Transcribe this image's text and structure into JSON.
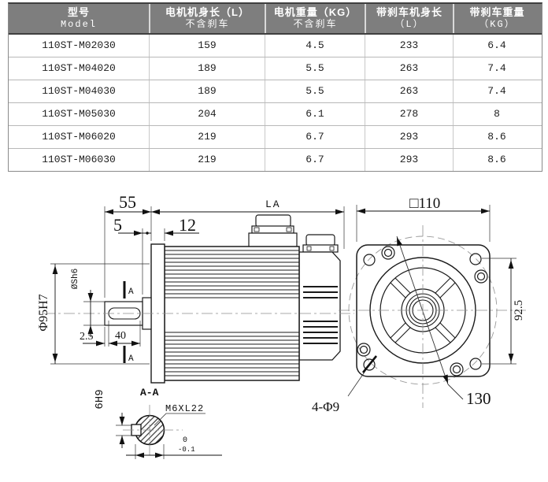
{
  "table": {
    "columns": [
      {
        "zh": "型号",
        "sub": "Model"
      },
      {
        "zh": "电机机身长（L）",
        "sub": "不含刹车"
      },
      {
        "zh": "电机重量（KG）",
        "sub": "不含刹车"
      },
      {
        "zh": "带刹车机身长",
        "sub": "（L）"
      },
      {
        "zh": "带刹车重量",
        "sub": "（KG）"
      }
    ],
    "rows": [
      [
        "110ST-M02030",
        "159",
        "4.5",
        "233",
        "6.4"
      ],
      [
        "110ST-M04020",
        "189",
        "5.5",
        "263",
        "7.4"
      ],
      [
        "110ST-M04030",
        "189",
        "5.5",
        "263",
        "7.4"
      ],
      [
        "110ST-M05030",
        "204",
        "6.1",
        "278",
        "8"
      ],
      [
        "110ST-M06020",
        "219",
        "6.7",
        "293",
        "8.6"
      ],
      [
        "110ST-M06030",
        "219",
        "6.7",
        "293",
        "8.6"
      ]
    ]
  },
  "drawing": {
    "dims": {
      "shaft_len": "55",
      "boss_len": "5",
      "flange_thk": "12",
      "body_len": "LA",
      "flange_square": "□110",
      "pilot_dia": "Φ95H7",
      "shaft_dia": "ØSh6",
      "key_offset": "2.5",
      "key_len": "40",
      "mount_spacing": "92.5",
      "bolt_circle": "130",
      "mount_holes": "4-Φ9",
      "section_label": "A-A",
      "thread": "M6XL22",
      "key_width": "6H9",
      "tol_upper": "0",
      "tol_lower": "-0.1",
      "section_mark_top": "A",
      "section_mark_bottom": "A"
    }
  }
}
